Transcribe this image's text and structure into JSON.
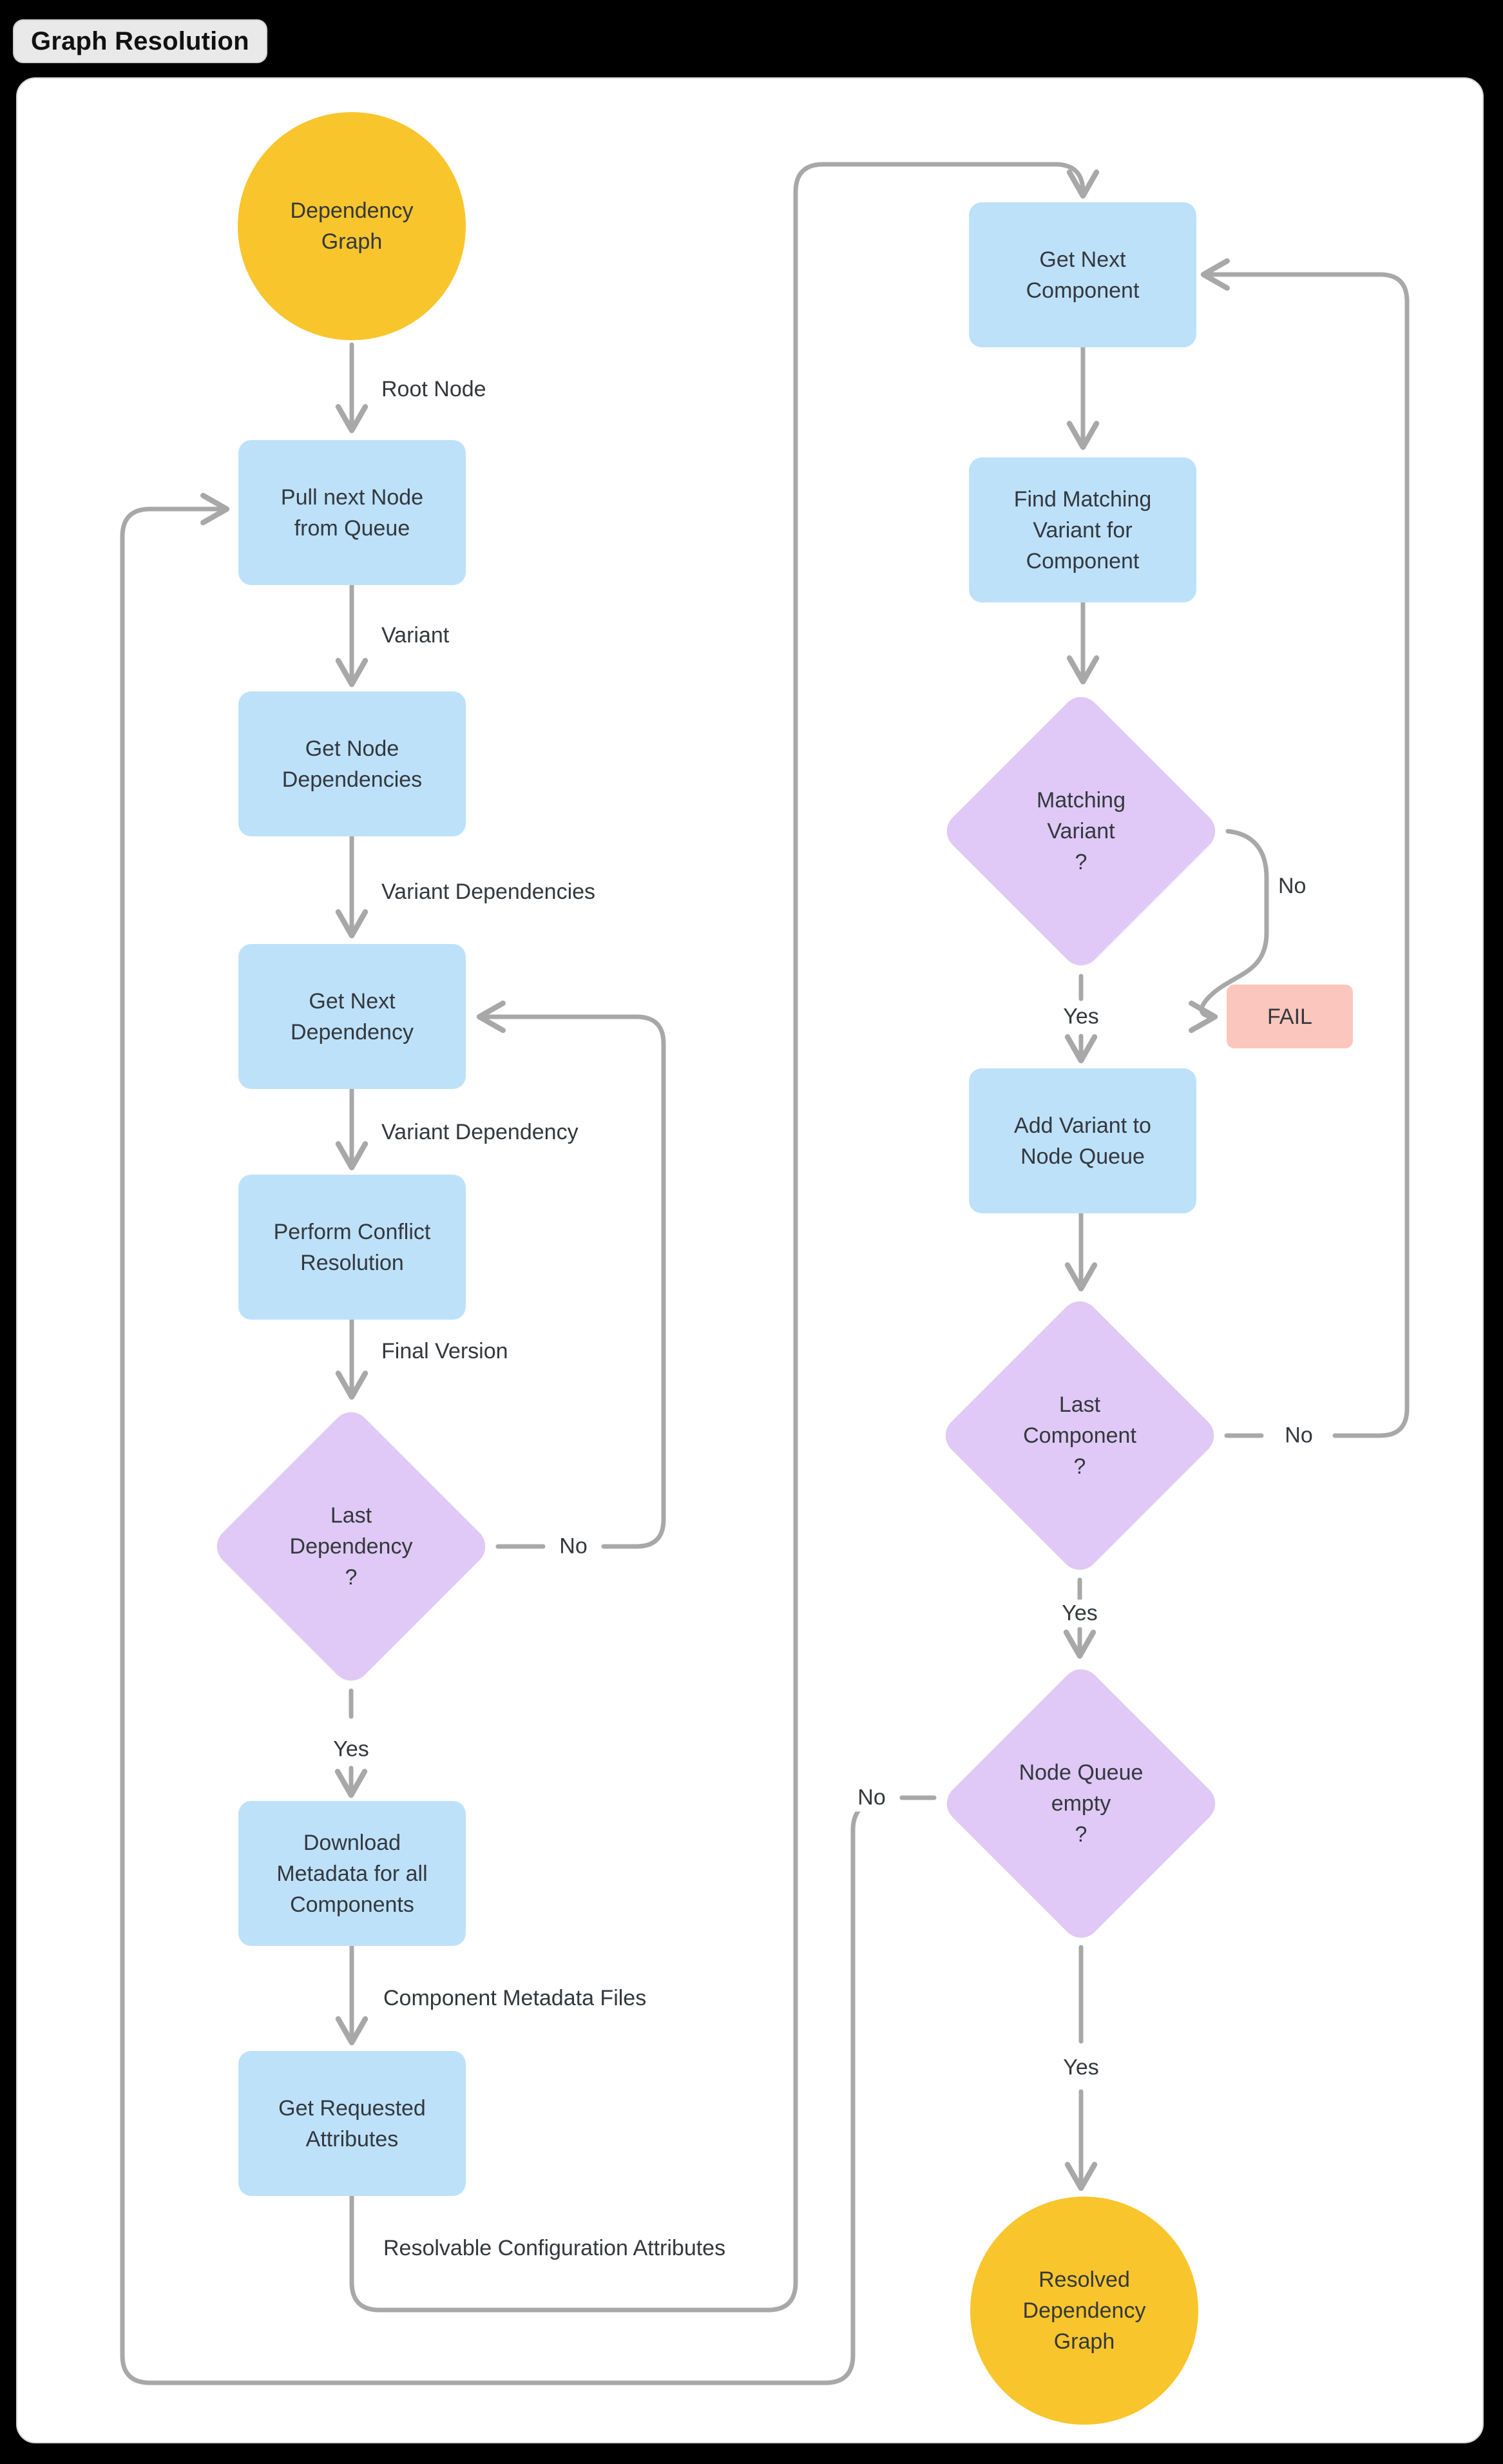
{
  "header": {
    "title": "Graph Resolution"
  },
  "nodes": {
    "dependency_graph": {
      "label": "Dependency\nGraph",
      "type": "start-circle"
    },
    "pull_next_node": {
      "label": "Pull next Node\nfrom Queue",
      "type": "process"
    },
    "get_node_dependencies": {
      "label": "Get Node\nDependencies",
      "type": "process"
    },
    "get_next_dependency": {
      "label": "Get Next\nDependency",
      "type": "process"
    },
    "perform_conflict_resolution": {
      "label": "Perform Conflict\nResolution",
      "type": "process"
    },
    "last_dependency": {
      "label": "Last\nDependency\n?",
      "type": "decision"
    },
    "download_metadata": {
      "label": "Download\nMetadata for all\nComponents",
      "type": "process"
    },
    "get_requested_attributes": {
      "label": "Get Requested\nAttributes",
      "type": "process"
    },
    "get_next_component": {
      "label": "Get Next\nComponent",
      "type": "process"
    },
    "find_matching_variant": {
      "label": "Find Matching\nVariant for\nComponent",
      "type": "process"
    },
    "matching_variant": {
      "label": "Matching\nVariant\n?",
      "type": "decision"
    },
    "fail": {
      "label": "FAIL",
      "type": "terminal"
    },
    "add_variant": {
      "label": "Add Variant to\nNode Queue",
      "type": "process"
    },
    "last_component": {
      "label": "Last\nComponent\n?",
      "type": "decision"
    },
    "node_queue_empty": {
      "label": "Node Queue\nempty\n?",
      "type": "decision"
    },
    "resolved_dependency_graph": {
      "label": "Resolved\nDependency\nGraph",
      "type": "end-circle"
    }
  },
  "edge_labels": {
    "root_node": "Root Node",
    "variant": "Variant",
    "variant_dependencies": "Variant Dependencies",
    "variant_dependency": "Variant Dependency",
    "final_version": "Final Version",
    "component_metadata_files": "Component Metadata Files",
    "resolvable_configuration_attributes": "Resolvable Configuration Attributes",
    "yes": "Yes",
    "no": "No"
  },
  "edges": [
    {
      "from": "dependency_graph",
      "to": "pull_next_node",
      "label": "Root Node"
    },
    {
      "from": "pull_next_node",
      "to": "get_node_dependencies",
      "label": "Variant"
    },
    {
      "from": "get_node_dependencies",
      "to": "get_next_dependency",
      "label": "Variant Dependencies"
    },
    {
      "from": "get_next_dependency",
      "to": "perform_conflict_resolution",
      "label": "Variant Dependency"
    },
    {
      "from": "perform_conflict_resolution",
      "to": "last_dependency",
      "label": "Final Version"
    },
    {
      "from": "last_dependency",
      "to": "get_next_dependency",
      "label": "No"
    },
    {
      "from": "last_dependency",
      "to": "download_metadata",
      "label": "Yes"
    },
    {
      "from": "download_metadata",
      "to": "get_requested_attributes",
      "label": "Component Metadata Files"
    },
    {
      "from": "get_requested_attributes",
      "to": "get_next_component",
      "label": "Resolvable Configuration Attributes"
    },
    {
      "from": "get_next_component",
      "to": "find_matching_variant",
      "label": ""
    },
    {
      "from": "find_matching_variant",
      "to": "matching_variant",
      "label": ""
    },
    {
      "from": "matching_variant",
      "to": "fail",
      "label": "No"
    },
    {
      "from": "matching_variant",
      "to": "add_variant",
      "label": "Yes"
    },
    {
      "from": "add_variant",
      "to": "last_component",
      "label": ""
    },
    {
      "from": "last_component",
      "to": "get_next_component",
      "label": "No"
    },
    {
      "from": "last_component",
      "to": "node_queue_empty",
      "label": "Yes"
    },
    {
      "from": "node_queue_empty",
      "to": "pull_next_node",
      "label": "No"
    },
    {
      "from": "node_queue_empty",
      "to": "resolved_dependency_graph",
      "label": "Yes"
    }
  ],
  "colors": {
    "canvas": "#000000",
    "card": "#FFFFFF",
    "process_fill": "#BEE1FA",
    "decision_fill": "#E0C9F6",
    "start_end_fill": "#F9C52C",
    "fail_fill": "#FBC6BD",
    "connector": "#A8A8A8",
    "text": "#33383D"
  }
}
